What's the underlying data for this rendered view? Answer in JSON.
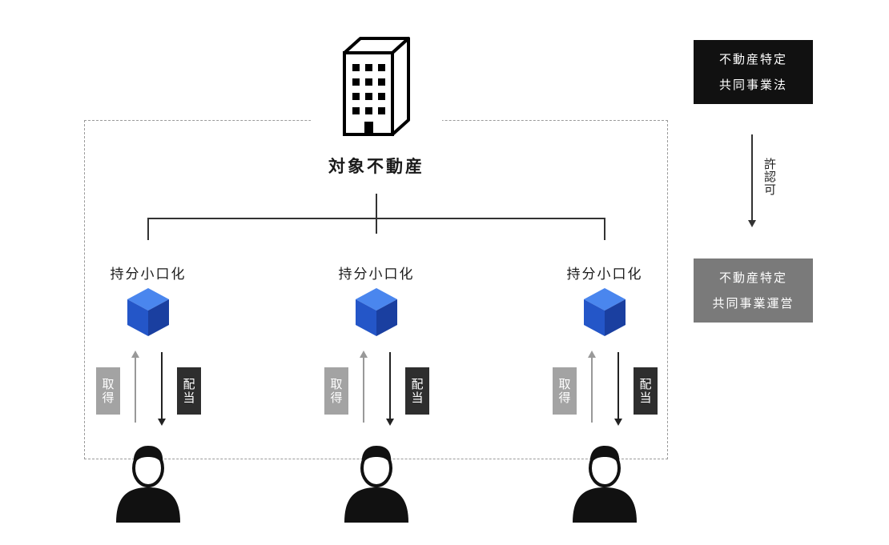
{
  "property": {
    "label": "対象不動産"
  },
  "law": {
    "line1": "不動産特定",
    "line2": "共同事業法"
  },
  "permit": {
    "label": "許認可"
  },
  "operator": {
    "line1": "不動産特定",
    "line2": "共同事業運営"
  },
  "units": [
    {
      "label": "持分小口化",
      "acquire": "取得",
      "dividend": "配当"
    },
    {
      "label": "持分小口化",
      "acquire": "取得",
      "dividend": "配当"
    },
    {
      "label": "持分小口化",
      "acquire": "取得",
      "dividend": "配当"
    }
  ],
  "colors": {
    "cube_top": "#4a86ee",
    "cube_left": "#2456c8",
    "cube_right": "#1a3fa0",
    "law_box": "#111111",
    "operator_box": "#7a7a7a",
    "acquire_box": "#a3a3a3",
    "dividend_box": "#2e2e2e"
  },
  "icons": {
    "building": "office-building-icon",
    "cube": "cube-icon",
    "person": "investor-person-icon"
  }
}
